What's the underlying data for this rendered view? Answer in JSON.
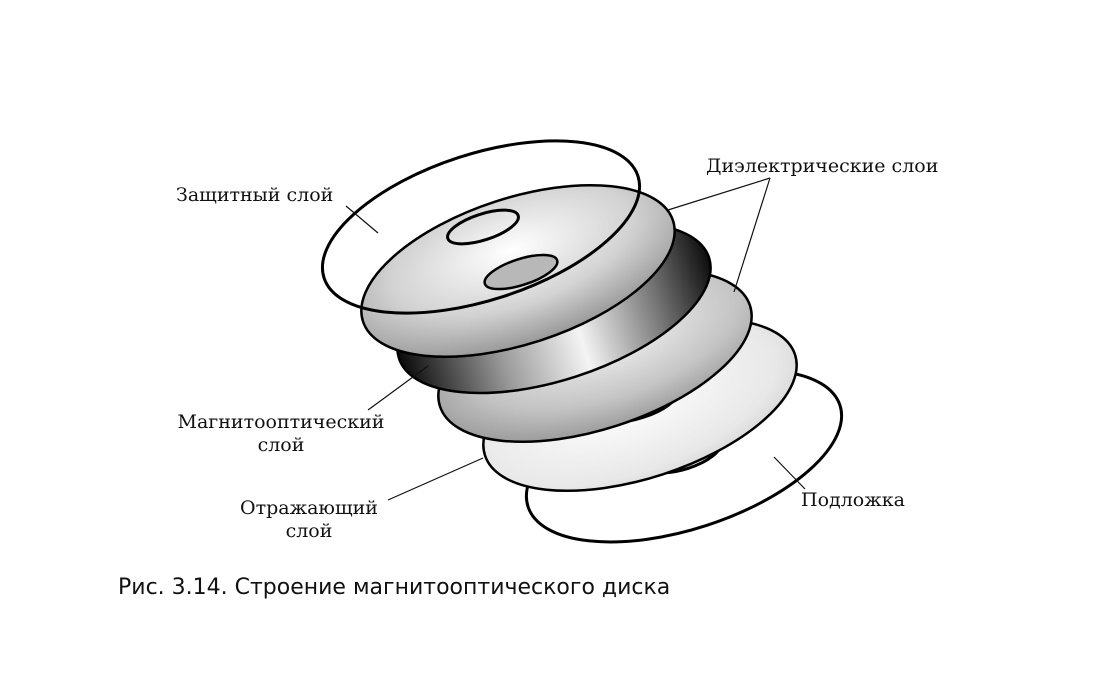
{
  "labels": {
    "protective": "Защитный слой",
    "dielectric": "Диэлектрические слои",
    "magneto_line1": "Магнитооптический",
    "magneto_line2": "слой",
    "reflective_line1": "Отражающий",
    "reflective_line2": "слой",
    "substrate": "Подложка"
  },
  "caption": "Рис. 3.14. Строение магнитооптического диска",
  "colors": {
    "outline": "#000000",
    "dielectric_fill": "#c8c8c8",
    "magneto_fill": "#1a1a1a",
    "reflective_fill": "#e6e6e6",
    "substrate_fill": "#ffffff",
    "protective_fill": "#ffffff"
  },
  "icons": [
    "disk-layer-shapes"
  ]
}
